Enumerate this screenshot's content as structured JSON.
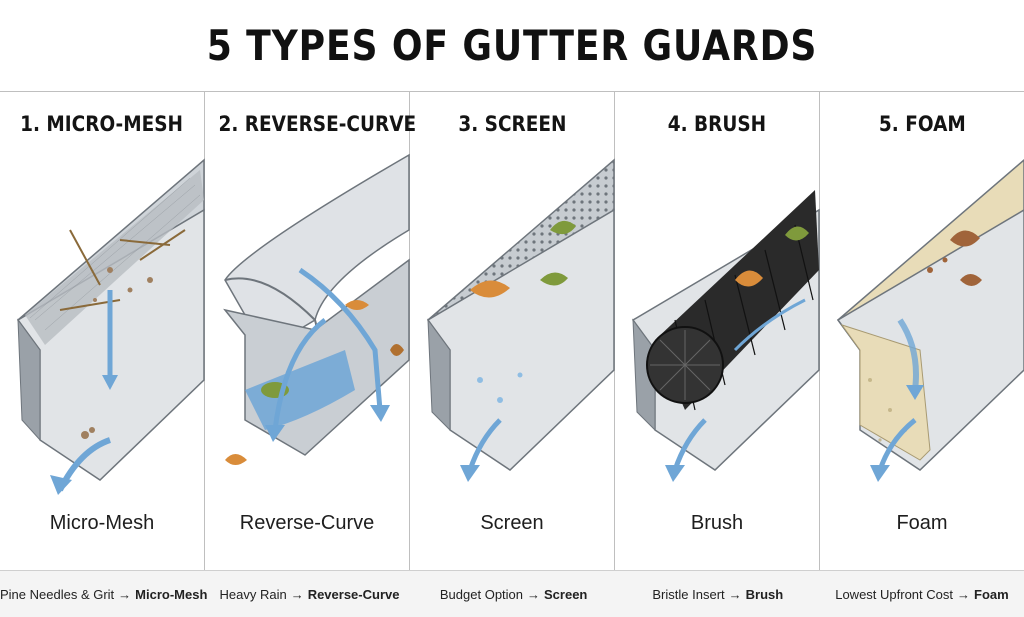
{
  "title": "5 TYPES OF GUTTER GUARDS",
  "panels": [
    {
      "heading": "1. MICRO-MESH",
      "caption": "Micro-Mesh",
      "guard_icon": "micro-mesh-gutter-icon"
    },
    {
      "heading": "2. REVERSE-CURVE",
      "caption": "Reverse-Curve",
      "guard_icon": "reverse-curve-gutter-icon"
    },
    {
      "heading": "3. SCREEN",
      "caption": "Screen",
      "guard_icon": "screen-gutter-icon"
    },
    {
      "heading": "4. BRUSH",
      "caption": "Brush",
      "guard_icon": "brush-gutter-icon"
    },
    {
      "heading": "5. FOAM",
      "caption": "Foam",
      "guard_icon": "foam-gutter-icon"
    }
  ],
  "footer": [
    {
      "label": "Pine Needles & Grit",
      "arrow": "→",
      "choice": "Micro-Mesh"
    },
    {
      "label": "Heavy Rain",
      "arrow": "→",
      "choice": "Reverse-Curve"
    },
    {
      "label": "Budget Option",
      "arrow": "→",
      "choice": "Screen"
    },
    {
      "label": "Bristle Insert",
      "arrow": "→",
      "choice": "Brush"
    },
    {
      "label": "Lowest Upfront Cost",
      "arrow": "→",
      "choice": "Foam"
    }
  ],
  "colors": {
    "metal_light": "#e4e7ea",
    "metal_mid": "#b9bec4",
    "metal_dark": "#7d848c",
    "water": "#6fa6d6",
    "leaf": "#d98c3a",
    "leaf_green": "#7f9a3c",
    "foam": "#e8dcb8",
    "bristle": "#2a2a2a"
  }
}
